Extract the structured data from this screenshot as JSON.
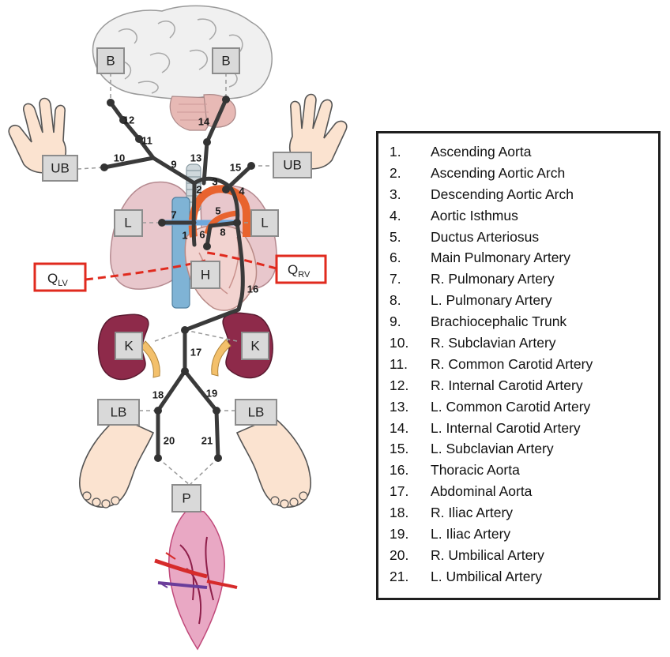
{
  "nodes": {
    "brain_left": "B",
    "brain_right": "B",
    "upper_body_left": "UB",
    "upper_body_right": "UB",
    "lung_left": "L",
    "lung_right": "L",
    "heart": "H",
    "kidney_left": "K",
    "kidney_right": "K",
    "lower_body_left": "LB",
    "lower_body_right": "LB",
    "placenta": "P"
  },
  "flows": {
    "q_lv": {
      "main": "Q",
      "sub": "LV"
    },
    "q_rv": {
      "main": "Q",
      "sub": "RV"
    }
  },
  "vessel_numbers": [
    "1",
    "2",
    "3",
    "4",
    "5",
    "6",
    "7",
    "8",
    "9",
    "10",
    "11",
    "12",
    "13",
    "14",
    "15",
    "16",
    "17",
    "18",
    "19",
    "20",
    "21"
  ],
  "legend": [
    {
      "num": "1.",
      "label": "Ascending Aorta"
    },
    {
      "num": "2.",
      "label": "Ascending Aortic Arch"
    },
    {
      "num": "3.",
      "label": "Descending Aortic Arch"
    },
    {
      "num": "4.",
      "label": "Aortic Isthmus"
    },
    {
      "num": "5.",
      "label": "Ductus Arteriosus"
    },
    {
      "num": "6.",
      "label": "Main Pulmonary Artery"
    },
    {
      "num": "7.",
      "label": "R. Pulmonary Artery"
    },
    {
      "num": "8.",
      "label": "L. Pulmonary Artery"
    },
    {
      "num": "9.",
      "label": "Brachiocephalic Trunk"
    },
    {
      "num": "10.",
      "label": "R. Subclavian Artery"
    },
    {
      "num": "11.",
      "label": "R. Common Carotid Artery"
    },
    {
      "num": "12.",
      "label": "R. Internal Carotid Artery"
    },
    {
      "num": "13.",
      "label": "L. Common Carotid Artery"
    },
    {
      "num": "14.",
      "label": "L. Internal Carotid Artery"
    },
    {
      "num": "15.",
      "label": "L. Subclavian Artery"
    },
    {
      "num": "16.",
      "label": "Thoracic Aorta"
    },
    {
      "num": "17.",
      "label": "Abdominal Aorta"
    },
    {
      "num": "18.",
      "label": "R. Iliac Artery"
    },
    {
      "num": "19.",
      "label": "L. Iliac Artery"
    },
    {
      "num": "20.",
      "label": "R. Umbilical Artery"
    },
    {
      "num": "21.",
      "label": "L. Umbilical Artery"
    }
  ],
  "colors": {
    "aorta": "#e8632e",
    "pulmonary": "#6fa8dc",
    "vena_cava": "#7fb3d5",
    "lung": "#e8c7cc",
    "heart": "#f2d3d0",
    "kidney": "#8e2a4a",
    "ureter": "#f3c06b",
    "skin": "#fbe3d0",
    "brain": "#f0f0f0",
    "cerebellum": "#e7b9b5",
    "q_box": "#e02a1e",
    "placenta": "#c0497a"
  }
}
